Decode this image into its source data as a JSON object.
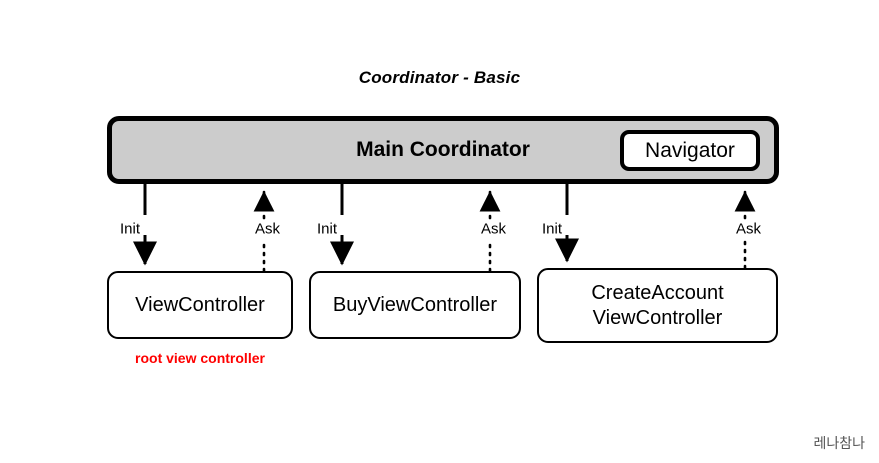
{
  "diagram": {
    "title": "Coordinator - Basic",
    "watermark": "레나참나",
    "colors": {
      "coordinator_fill": "#cccccc",
      "box_fill": "#ffffff",
      "stroke": "#000000",
      "note_red": "#ff0000"
    },
    "coordinator": {
      "label": "Main Coordinator",
      "navigator_label": "Navigator"
    },
    "controllers": [
      {
        "label": "ViewController",
        "note": "root view controller"
      },
      {
        "label": "BuyViewController",
        "note": ""
      },
      {
        "label_line1": "CreateAccount",
        "label_line2": "ViewController",
        "note": ""
      }
    ],
    "edges": [
      {
        "label": "Init",
        "style": "solid",
        "direction": "down"
      },
      {
        "label": "Ask",
        "style": "dotted",
        "direction": "up"
      },
      {
        "label": "Init",
        "style": "solid",
        "direction": "down"
      },
      {
        "label": "Ask",
        "style": "dotted",
        "direction": "up"
      },
      {
        "label": "Init",
        "style": "solid",
        "direction": "down"
      },
      {
        "label": "Ask",
        "style": "dotted",
        "direction": "up"
      }
    ]
  }
}
